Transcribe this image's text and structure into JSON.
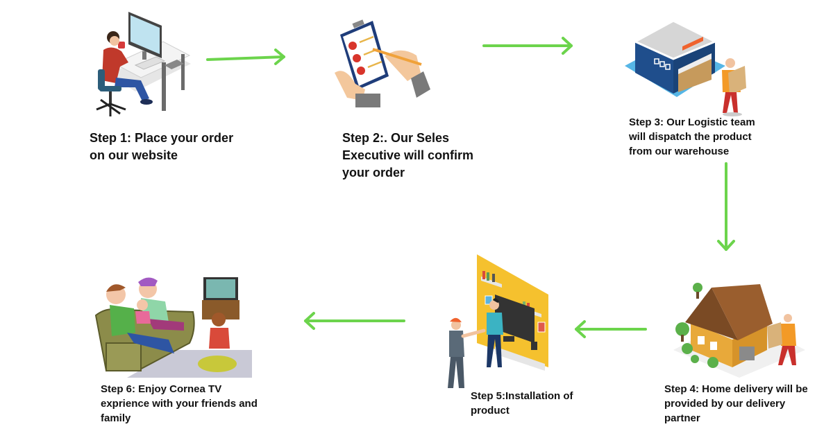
{
  "diagram": {
    "type": "process-flow",
    "accent_color": "#6cd44c",
    "steps": [
      {
        "number": 1,
        "label": "Step 1: Place your order on our website",
        "illustration": "person-at-computer-icon"
      },
      {
        "number": 2,
        "label": "Step 2:. Our Seles Executive will confirm your order",
        "illustration": "clipboard-checklist-icon"
      },
      {
        "number": 3,
        "label": "Step 3: Our Logistic team will dispatch the product from our warehouse",
        "illustration": "warehouse-courier-icon"
      },
      {
        "number": 4,
        "label": "Step 4: Home delivery will be provided by our delivery partner",
        "illustration": "house-delivery-icon"
      },
      {
        "number": 5,
        "label": "Step 5:Installation of product",
        "illustration": "tv-installation-handshake-icon"
      },
      {
        "number": 6,
        "label": "Step 6: Enjoy Cornea TV exprience with your friends and family",
        "illustration": "family-watching-tv-icon"
      }
    ],
    "connections": [
      {
        "from": 1,
        "to": 2,
        "direction": "right"
      },
      {
        "from": 2,
        "to": 3,
        "direction": "right"
      },
      {
        "from": 3,
        "to": 4,
        "direction": "down"
      },
      {
        "from": 4,
        "to": 5,
        "direction": "left"
      },
      {
        "from": 5,
        "to": 6,
        "direction": "left"
      }
    ]
  }
}
